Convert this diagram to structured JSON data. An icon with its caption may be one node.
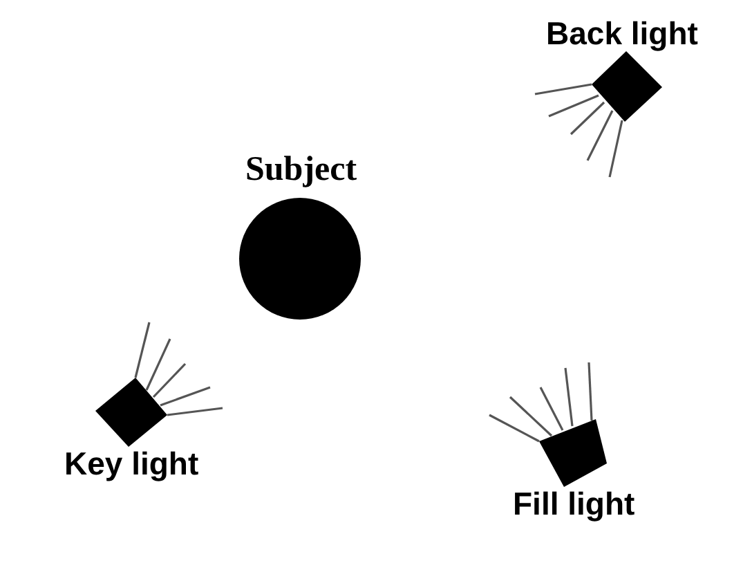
{
  "diagram": {
    "nodes": [
      {
        "text": [
          "Back light"
        ]
      },
      {
        "text": [
          "Subject"
        ]
      },
      {
        "text": [
          "Key light"
        ]
      },
      {
        "text": [
          "Fill light"
        ]
      }
    ]
  }
}
